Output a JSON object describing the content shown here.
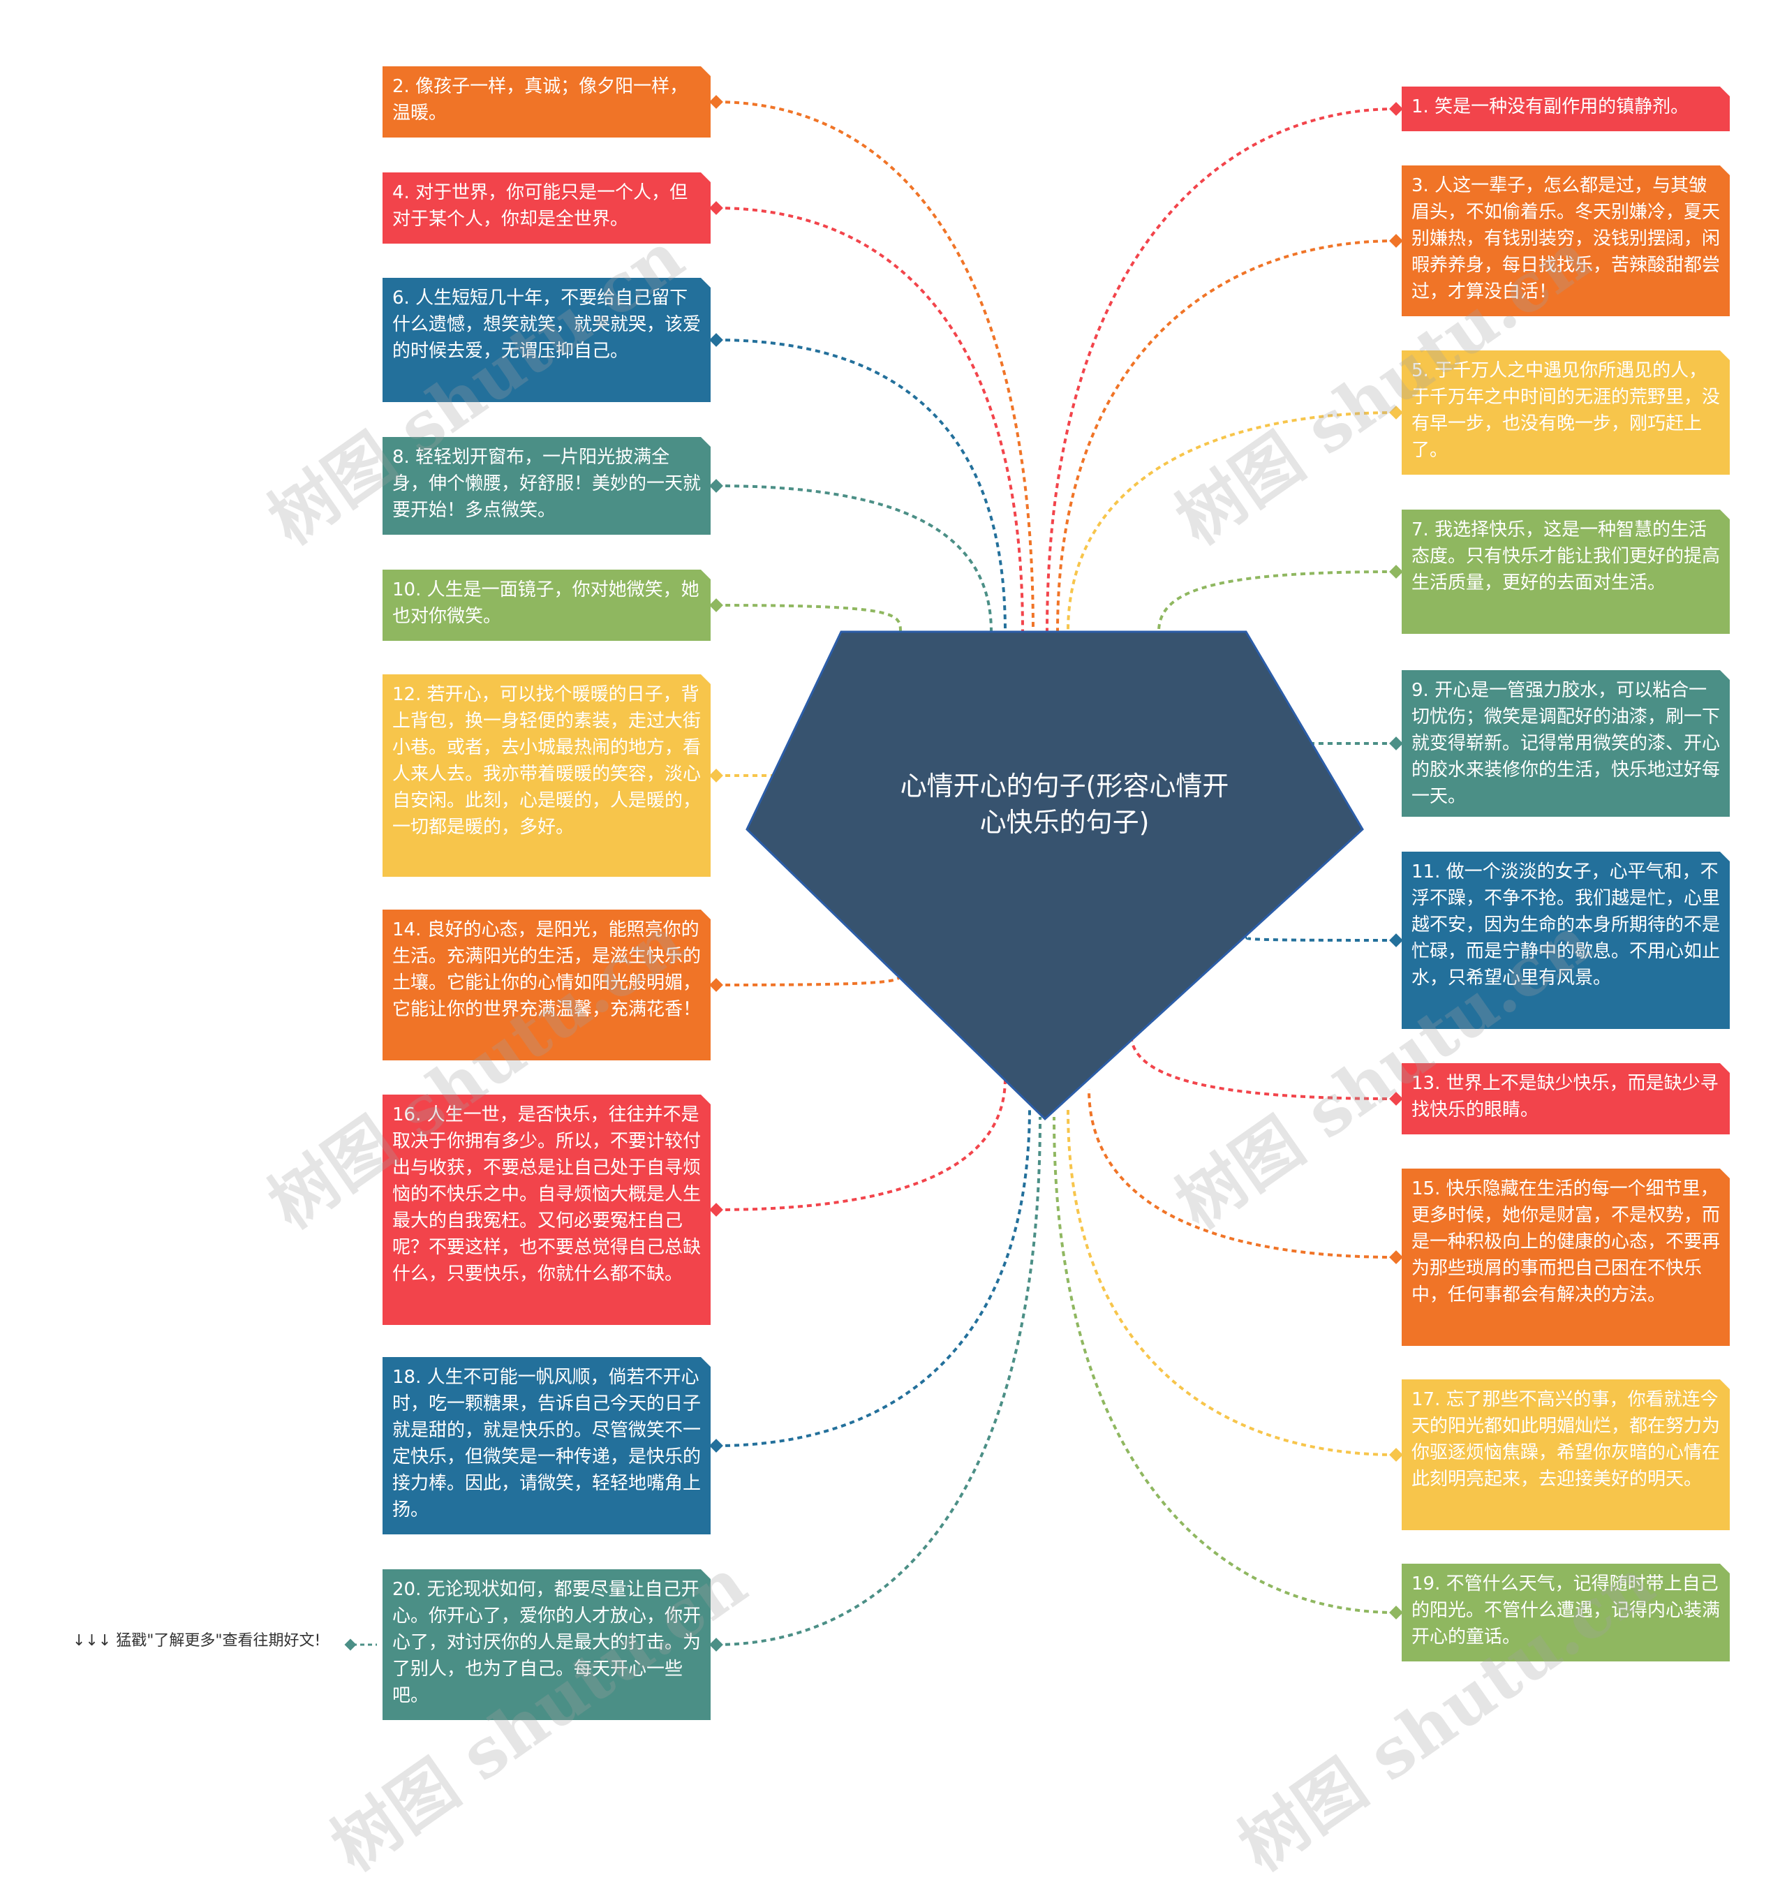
{
  "center": {
    "title": "心情开心的句子(形容心情开心快乐的句子)",
    "color": "#37536f"
  },
  "footer": {
    "text": "↓↓↓ 猛戳\"了解更多\"查看往期好文!"
  },
  "watermark": {
    "text": "树图 shutu.cn"
  },
  "colors": {
    "orange": "#f07427",
    "red": "#f2444b",
    "blue": "#23709b",
    "teal": "#4b8f86",
    "green": "#8fb760",
    "yellow": "#f7c54b"
  },
  "nodes": [
    {
      "id": 1,
      "side": "right",
      "color": "red",
      "text": "1. 笑是一种没有副作用的镇静剂。"
    },
    {
      "id": 2,
      "side": "left",
      "color": "orange",
      "text": "2. 像孩子一样，真诚；像夕阳一样，温暖。"
    },
    {
      "id": 3,
      "side": "right",
      "color": "orange",
      "text": "3. 人这一辈子，怎么都是过，与其皱眉头，不如偷着乐。冬天别嫌冷，夏天别嫌热，有钱别装穷，没钱别摆阔，闲暇养养身，每日找找乐，苦辣酸甜都尝过，才算没白活！"
    },
    {
      "id": 4,
      "side": "left",
      "color": "red",
      "text": "4. 对于世界，你可能只是一个人，但对于某个人，你却是全世界。"
    },
    {
      "id": 5,
      "side": "right",
      "color": "yellow",
      "text": "5. 于千万人之中遇见你所遇见的人，于千万年之中时间的无涯的荒野里，没有早一步，也没有晚一步，刚巧赶上了。"
    },
    {
      "id": 6,
      "side": "left",
      "color": "blue",
      "text": "6. 人生短短几十年，不要给自己留下什么遗憾，想笑就笑，就哭就哭，该爱的时候去爱，无谓压抑自己。"
    },
    {
      "id": 7,
      "side": "right",
      "color": "green",
      "text": "7. 我选择快乐，这是一种智慧的生活态度。只有快乐才能让我们更好的提高生活质量，更好的去面对生活。"
    },
    {
      "id": 8,
      "side": "left",
      "color": "teal",
      "text": "8. 轻轻划开窗布，一片阳光披满全身，伸个懒腰，好舒服！美妙的一天就要开始！多点微笑。"
    },
    {
      "id": 9,
      "side": "right",
      "color": "teal",
      "text": "9. 开心是一管强力胶水，可以粘合一切忧伤；微笑是调配好的油漆，刷一下就变得崭新。记得常用微笑的漆、开心的胶水来装修你的生活，快乐地过好每一天。"
    },
    {
      "id": 10,
      "side": "left",
      "color": "green",
      "text": "10. 人生是一面镜子，你对她微笑，她也对你微笑。"
    },
    {
      "id": 11,
      "side": "right",
      "color": "blue",
      "text": "11. 做一个淡淡的女子，心平气和，不浮不躁，不争不抢。我们越是忙，心里越不安，因为生命的本身所期待的不是忙碌，而是宁静中的歇息。不用心如止水，只希望心里有风景。"
    },
    {
      "id": 12,
      "side": "left",
      "color": "yellow",
      "text": "12. 若开心，可以找个暖暖的日子，背上背包，换一身轻便的素装，走过大街小巷。或者，去小城最热闹的地方，看人来人去。我亦带着暖暖的笑容，淡心自安闲。此刻，心是暖的，人是暖的，一切都是暖的，多好。"
    },
    {
      "id": 13,
      "side": "right",
      "color": "red",
      "text": "13. 世界上不是缺少快乐，而是缺少寻找快乐的眼睛。"
    },
    {
      "id": 14,
      "side": "left",
      "color": "orange",
      "text": "14. 良好的心态，是阳光，能照亮你的生活。充满阳光的生活，是滋生快乐的土壤。它能让你的心情如阳光般明媚，它能让你的世界充满温馨，充满花香！"
    },
    {
      "id": 15,
      "side": "right",
      "color": "orange",
      "text": "15. 快乐隐藏在生活的每一个细节里，更多时候，她你是财富，不是权势，而是一种积极向上的健康的心态，不要再为那些琐屑的事而把自己困在不快乐中，任何事都会有解决的方法。"
    },
    {
      "id": 16,
      "side": "left",
      "color": "red",
      "text": "16. 人生一世，是否快乐，往往并不是取决于你拥有多少。所以，不要计较付出与收获，不要总是让自己处于自寻烦恼的不快乐之中。自寻烦恼大概是人生最大的自我冤枉。又何必要冤枉自己呢？不要这样，也不要总觉得自己总缺什么，只要快乐，你就什么都不缺。"
    },
    {
      "id": 17,
      "side": "right",
      "color": "yellow",
      "text": "17. 忘了那些不高兴的事，你看就连今天的阳光都如此明媚灿烂，都在努力为你驱逐烦恼焦躁，希望你灰暗的心情在此刻明亮起来，去迎接美好的明天。"
    },
    {
      "id": 18,
      "side": "left",
      "color": "blue",
      "text": "18. 人生不可能一帆风顺，倘若不开心时，吃一颗糖果，告诉自己今天的日子就是甜的，就是快乐的。尽管微笑不一定快乐，但微笑是一种传递，是快乐的接力棒。因此，请微笑，轻轻地嘴角上扬。"
    },
    {
      "id": 19,
      "side": "right",
      "color": "green",
      "text": "19. 不管什么天气，记得随时带上自己的阳光。不管什么遭遇，记得内心装满开心的童话。"
    },
    {
      "id": 20,
      "side": "left",
      "color": "teal",
      "text": "20. 无论现状如何，都要尽量让自己开心。你开心了，爱你的人才放心，你开心了，对讨厌你的人是最大的打击。为了别人，也为了自己。每天开心一些吧。"
    }
  ]
}
